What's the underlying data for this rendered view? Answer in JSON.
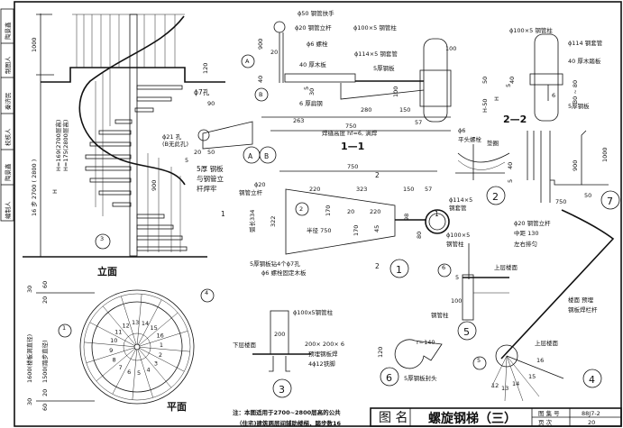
{
  "sidebar": {
    "cells": [
      "陶景鑫",
      "制图人",
      "秦济民",
      "校核人",
      "陶景鑫",
      "编制人"
    ]
  },
  "elevation": {
    "title": "立面",
    "dim_top": "1000",
    "dim_total": "16 步   2700 ( 2800 )",
    "dim_h1": "H=169(2700层高)",
    "dim_h2": "H=175(2800层高)",
    "dim_h": "H",
    "dim_120": "120",
    "dim_900": "900",
    "ref_3": "3"
  },
  "detail_ab": {
    "hole7": "ϕ7孔",
    "d90": "90",
    "hole21": "ϕ21 孔",
    "hole21b": "(B无此孔)",
    "d20": "20",
    "d50": "50",
    "d5": "5",
    "note1": "5厚 钢板",
    "note2": "与钢管立",
    "note3": "杆焊牢",
    "label_a": "A",
    "label_b": "B"
  },
  "section_1_1": {
    "title": "1—1",
    "handrail": "ϕ50 钢管扶手",
    "post": "ϕ20 钢管立杆",
    "bolt": "ϕ6 螺栓",
    "column": "ϕ100×5 钢管柱",
    "sleeve": "ϕ114×5 钢套管",
    "wood": "40 厚木板",
    "plate": "5厚钢板",
    "flat_steel": "6 厚扁钢",
    "weld": "焊缝高度 hf=6, 满焊",
    "dims": [
      "900",
      "20",
      "40",
      "30",
      "5",
      "100",
      "100",
      "263",
      "280",
      "150",
      "57",
      "750"
    ],
    "ref_a": "A",
    "ref_b": "B"
  },
  "section_2_2": {
    "title": "2—2",
    "column": "ϕ100×5 钢管柱",
    "sleeve": "ϕ114 钢套管",
    "wood": "40 厚木踏板",
    "plate": "5厚钢板",
    "dims": [
      "50",
      "H-50",
      "H",
      "5",
      "40",
      "30 ~ 80",
      "6"
    ]
  },
  "detail_2": {
    "bolt": "ϕ6",
    "bolt2": "平头螺栓",
    "washer": "垫圈",
    "d40": "40",
    "d5": "5",
    "num": "2"
  },
  "detail_7": {
    "d900": "900",
    "d1000": "1000",
    "d750": "750",
    "d50": "50",
    "num": "7"
  },
  "detail_1": {
    "num": "1",
    "d750": "750",
    "d220": "220",
    "d323": "323",
    "d150": "150",
    "d57": "57",
    "post": "ϕ20",
    "post2": "钢管立杆",
    "arc": "弧长334",
    "d322": "322",
    "d170a": "170",
    "d20": "20",
    "d220b": "220",
    "radius": "半径 750",
    "d170b": "170",
    "d45": "45",
    "d98": "98",
    "d80": "80",
    "sleeve": "ϕ114×5",
    "sleeve2": "钢套管",
    "column": "ϕ100×5",
    "column2": "钢管柱",
    "note1": "5厚钢板钻4个ϕ7孔",
    "note2": "ϕ6 螺栓固定木板",
    "cut1": "1",
    "cut2": "2",
    "ref2": "2"
  },
  "detail_5": {
    "post": "ϕ20 钢管立杆",
    "spacing": "中距 130",
    "hook": "左右排匀",
    "floor": "上层楼面",
    "column": "钢管柱",
    "d100": "100",
    "d5": "5",
    "num": "5",
    "ref6": "6"
  },
  "detail_4": {
    "embed1": "楼面 预埋",
    "embed2": "钢板焊栏杆",
    "floor": "上层楼面",
    "steps": [
      "12",
      "13",
      "14",
      "15",
      "16"
    ],
    "num": "4",
    "ref5": "5"
  },
  "detail_3": {
    "column": "ϕ100x5钢管柱",
    "d200": "200",
    "floor": "下层楼面",
    "plate1": "200× 200× 6",
    "plate2": "预埋钢板焊",
    "plate3": "4ϕ12铁脚",
    "num": "3"
  },
  "detail_6": {
    "d120": "120",
    "radius": "r=140",
    "note": "5厚钢板封头",
    "num": "6"
  },
  "plan": {
    "title": "平面",
    "dim_outer": "1600(楼板洞直径)",
    "dim_inner": "1500(踏步直径)",
    "dims": [
      "30",
      "60",
      "20",
      "20",
      "30",
      "60"
    ],
    "steps": [
      "1",
      "2",
      "3",
      "4",
      "5",
      "6",
      "7",
      "8",
      "9",
      "10",
      "11",
      "12",
      "13",
      "14",
      "15",
      "16"
    ],
    "ref1": "1",
    "ref4": "4"
  },
  "note": {
    "line1": "注：本图适用于2700~2800层高的公共",
    "line2": "（住宅)建筑两层间辅助楼梯，踏步数16"
  },
  "title_block": {
    "label": "图 名",
    "name": "螺旋钢梯（三）",
    "atlas_label": "图 集 号",
    "atlas": "88J7-2",
    "page_label": "页    次",
    "page": "20"
  }
}
